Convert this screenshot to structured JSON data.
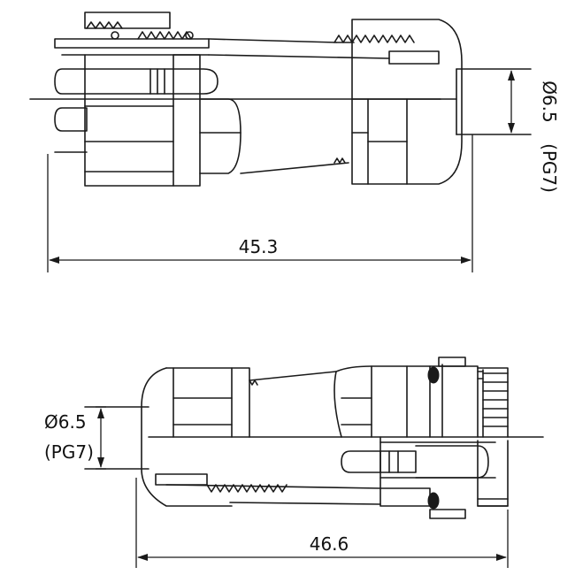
{
  "top_view": {
    "length_label": "45.3",
    "diameter_label": "Ø6.5",
    "thread_label": "(PG7)"
  },
  "bottom_view": {
    "length_label": "46.6",
    "diameter_label": "Ø6.5",
    "thread_label": "(PG7)"
  }
}
